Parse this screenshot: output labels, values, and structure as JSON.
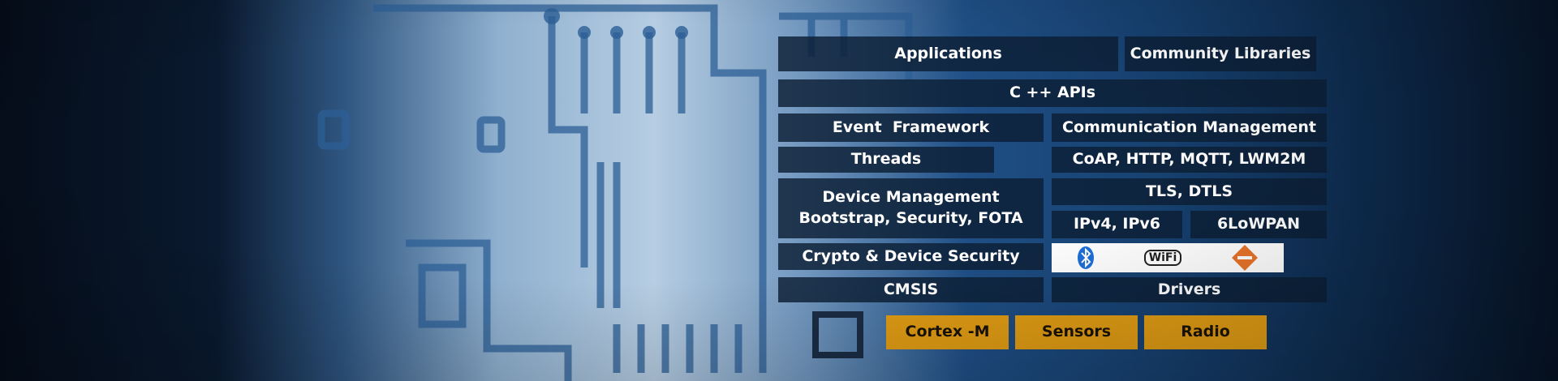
{
  "layers": {
    "applications": "Applications",
    "community_libraries": "Community Libraries",
    "cpp_apis": "C ++ APIs",
    "event_framework": "Event  Framework",
    "communication_management": "Communication Management",
    "threads": "Threads",
    "protocols": "CoAP, HTTP, MQTT, LWM2M",
    "device_management": "Device Management",
    "device_management_sub": "Bootstrap, Security, FOTA",
    "tls": "TLS, DTLS",
    "ip": "IPv4, IPv6",
    "lowpan": "6LoWPAN",
    "crypto": "Crypto & Device Security",
    "cmsis": "CMSIS",
    "drivers": "Drivers",
    "cortex": "Cortex -M",
    "sensors": "Sensors",
    "radio": "Radio"
  },
  "radios": {
    "icons": [
      "bluetooth-icon",
      "wifi-icon",
      "802-15-4-icon"
    ],
    "wifi_logo_text": "WiFi"
  },
  "colors": {
    "box": "#0c1e34",
    "hardware": "#e09c14",
    "bluetooth": "#1e6fd9",
    "ieee": "#e8742a"
  }
}
